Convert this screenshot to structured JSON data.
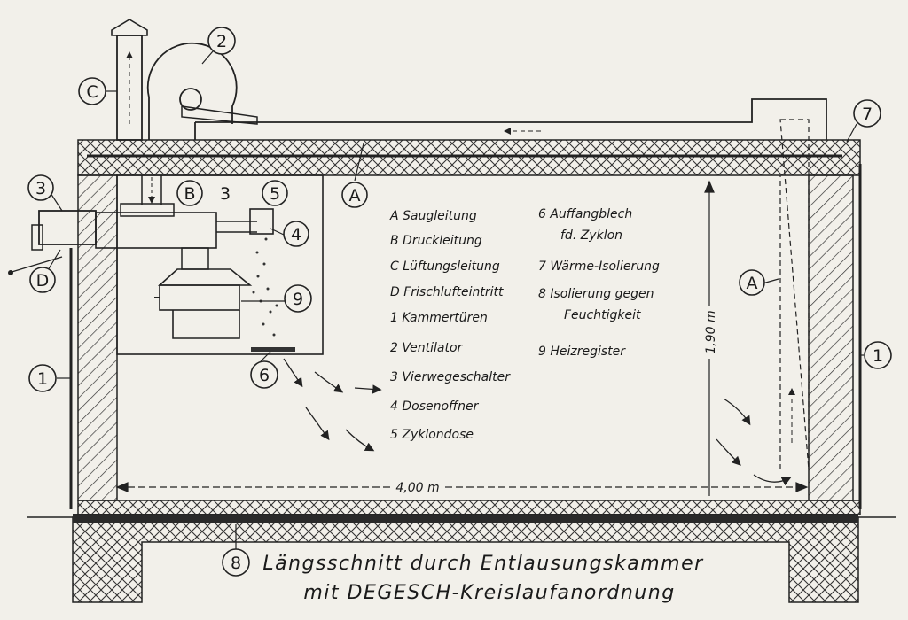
{
  "caption": {
    "line1": "Längsschnitt durch Entlausungskammer",
    "line2": "mit DEGESCH-Kreislaufanordnung"
  },
  "dimensions": {
    "length": "4,00 m",
    "height": "1,90 m"
  },
  "legend_left": [
    "A Saugleitung",
    "B Druckleitung",
    "C Lüftungsleitung",
    "D Frischlufteintritt",
    "1 Kammertüren",
    "2 Ventilator",
    "3 Vierwegeschalter",
    "4 Dosenoffner",
    "5 Zyklondose"
  ],
  "legend_right": [
    "6 Auffangblech",
    "fd. Zyklon",
    "7 Wärme-Isolierung",
    "8 Isolierung gegen",
    "Feuchtigkeit",
    "9 Heizregister"
  ],
  "callouts": {
    "c": "C",
    "two": "2",
    "seven": "7",
    "three_outer": "3",
    "b": "B",
    "three_inner": "3",
    "five": "5",
    "four": "4",
    "d": "D",
    "nine": "9",
    "six": "6",
    "a_top": "A",
    "a_right": "A",
    "one_left": "1",
    "one_right": "1",
    "eight": "8"
  }
}
